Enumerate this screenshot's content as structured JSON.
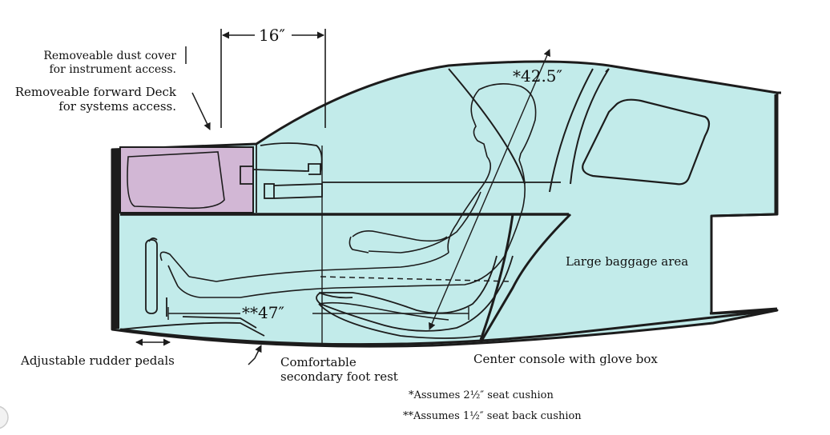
{
  "colors": {
    "cabin_fill": "#c2ebea",
    "deck_fill": "#d2b7d5",
    "outline": "#1c1c1c",
    "page": "#ffffff"
  },
  "labels": {
    "dust_cover": [
      "Removeable dust cover",
      "for instrument access."
    ],
    "forward_deck": [
      "Removeable forward Deck",
      "for systems access."
    ],
    "baggage": "Large baggage area",
    "rudder_pedals": "Adjustable rudder pedals",
    "foot_rest": [
      "Comfortable",
      "secondary foot rest"
    ],
    "console": "Center console with glove box"
  },
  "dimensions": {
    "instrument_width": "16″",
    "headroom": "*42.5″",
    "legroom": "**47″"
  },
  "notes": {
    "seat_cushion": "*Assumes 2½″ seat cushion",
    "seat_back": "**Assumes 1½″ seat back cushion"
  }
}
